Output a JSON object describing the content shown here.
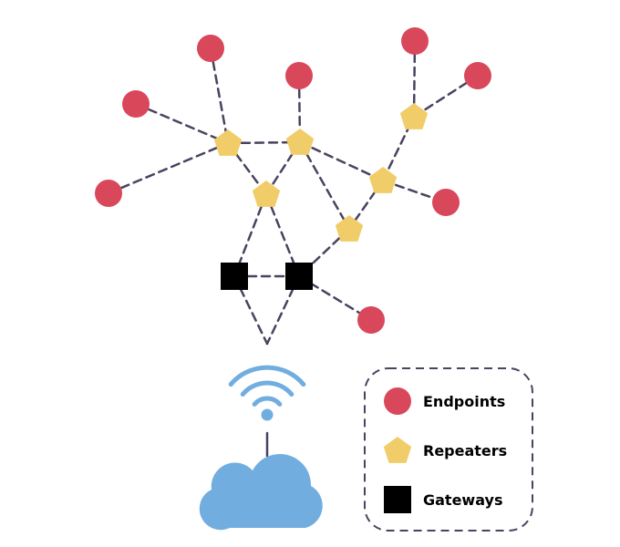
{
  "colors": {
    "endpoint": "#d9475a",
    "repeater": "#f0cd69",
    "gateway": "#000000",
    "link": "#4a4260",
    "wireless": "#72ade0",
    "legend_border": "#4a4260"
  },
  "legend": {
    "items": [
      {
        "label": "Endpoints",
        "shape": "circle"
      },
      {
        "label": "Repeaters",
        "shape": "pentagon"
      },
      {
        "label": "Gateways",
        "shape": "square"
      }
    ]
  },
  "icons": {
    "wireless": "wifi-icon",
    "cloud": "cloud-icon"
  },
  "network": {
    "endpoints": [
      "e1",
      "e2",
      "e3",
      "e4",
      "e5",
      "e6",
      "e7",
      "e8"
    ],
    "repeaters": [
      "r1",
      "r2",
      "r3",
      "r4",
      "r5",
      "r6"
    ],
    "gateways": [
      "g1",
      "g2"
    ],
    "links": [
      [
        "e1",
        "r1"
      ],
      [
        "e2",
        "r1"
      ],
      [
        "e3",
        "r1"
      ],
      [
        "e4",
        "r2"
      ],
      [
        "r1",
        "r2"
      ],
      [
        "r1",
        "r3"
      ],
      [
        "r2",
        "r3"
      ],
      [
        "r2",
        "r5"
      ],
      [
        "r2",
        "r4"
      ],
      [
        "r4",
        "r6"
      ],
      [
        "r4",
        "r5"
      ],
      [
        "r4",
        "e8"
      ],
      [
        "r6",
        "e5"
      ],
      [
        "r6",
        "e6"
      ],
      [
        "r3",
        "g1"
      ],
      [
        "r3",
        "g2"
      ],
      [
        "r5",
        "g2"
      ],
      [
        "g1",
        "g2"
      ],
      [
        "g2",
        "e7"
      ],
      [
        "g1",
        "hub"
      ],
      [
        "g2",
        "hub"
      ],
      [
        "wifi",
        "cloud"
      ]
    ]
  }
}
